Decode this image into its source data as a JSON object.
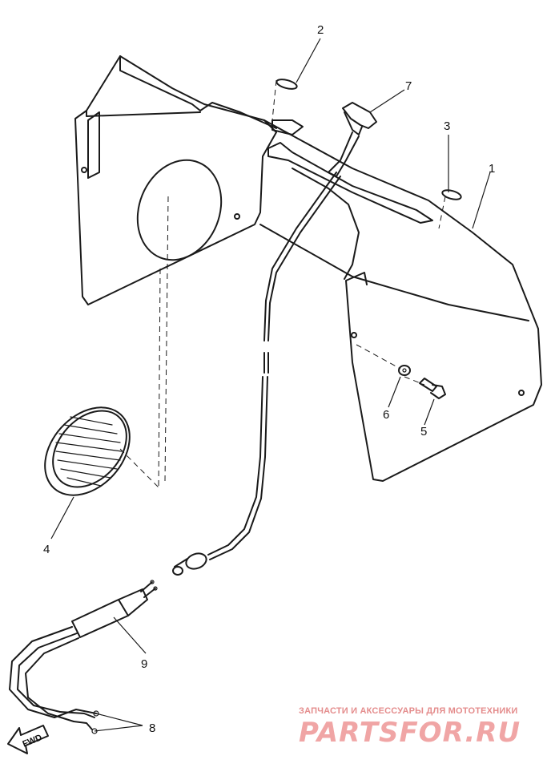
{
  "callouts": {
    "c1": "1",
    "c2": "2",
    "c3": "3",
    "c4": "4",
    "c5": "5",
    "c6": "6",
    "c7": "7",
    "c8": "8",
    "c9": "9"
  },
  "fwd_label": "FWD",
  "watermark": {
    "tagline": "ЗАПЧАСТИ И АКСЕССУАРЫ ДЛЯ МОТОТЕХНИКИ",
    "brand": "PARTSFOR.RU"
  }
}
